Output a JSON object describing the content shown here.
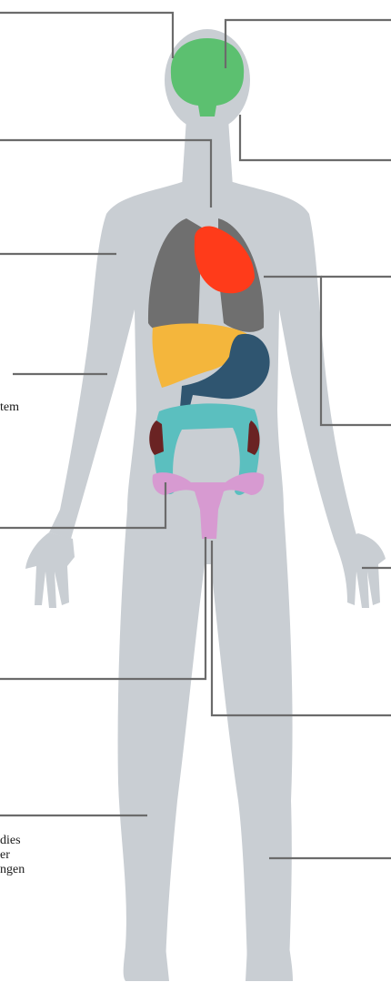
{
  "labels": {
    "system_fragment": "tem",
    "note_fragment": [
      " dies",
      "er",
      "ngen"
    ]
  },
  "colors": {
    "body": "#c9ced3",
    "brain": "#5cc070",
    "lungs": "#6f6f6f",
    "heart": "#ff3b1a",
    "liver": "#f4b63c",
    "stomach": "#2f5570",
    "intestine": "#5bbfbf",
    "kidneys": "#6a2323",
    "reproductive": "#d79ad1",
    "leader_lines": "#6b6b6b"
  }
}
